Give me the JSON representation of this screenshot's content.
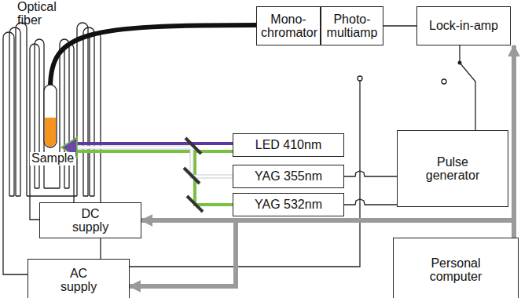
{
  "diagram": {
    "nodes": [
      {
        "text": [
          "Mono- chromator"
        ]
      },
      {
        "text": [
          "Photo- multiamp"
        ]
      },
      {
        "text": [
          "Lock-in-amp"
        ]
      },
      {
        "text": [
          "LED 410nm"
        ]
      },
      {
        "text": [
          "YAG 355nm"
        ]
      },
      {
        "text": [
          "YAG 532nm"
        ]
      },
      {
        "text": [
          "Pulse generator"
        ]
      },
      {
        "text": [
          "DC supply"
        ]
      },
      {
        "text": [
          "AC supply"
        ]
      },
      {
        "text": [
          "Personal computer"
        ]
      }
    ],
    "edges": [
      {
        "from": 1,
        "to": 2,
        "arrow": "none"
      },
      {
        "from": 6,
        "to": 4,
        "arrow": "none"
      },
      {
        "from": 6,
        "to": 5,
        "arrow": "none"
      },
      {
        "from": 9,
        "to": 2,
        "arrow": "to"
      },
      {
        "from": 9,
        "to": 7,
        "arrow": "to"
      },
      {
        "from": 9,
        "to": 8,
        "arrow": "to"
      },
      {
        "from": 2,
        "to": 6,
        "arrow": "none"
      }
    ],
    "labels": [
      "Optical fiber",
      "Sample"
    ]
  }
}
